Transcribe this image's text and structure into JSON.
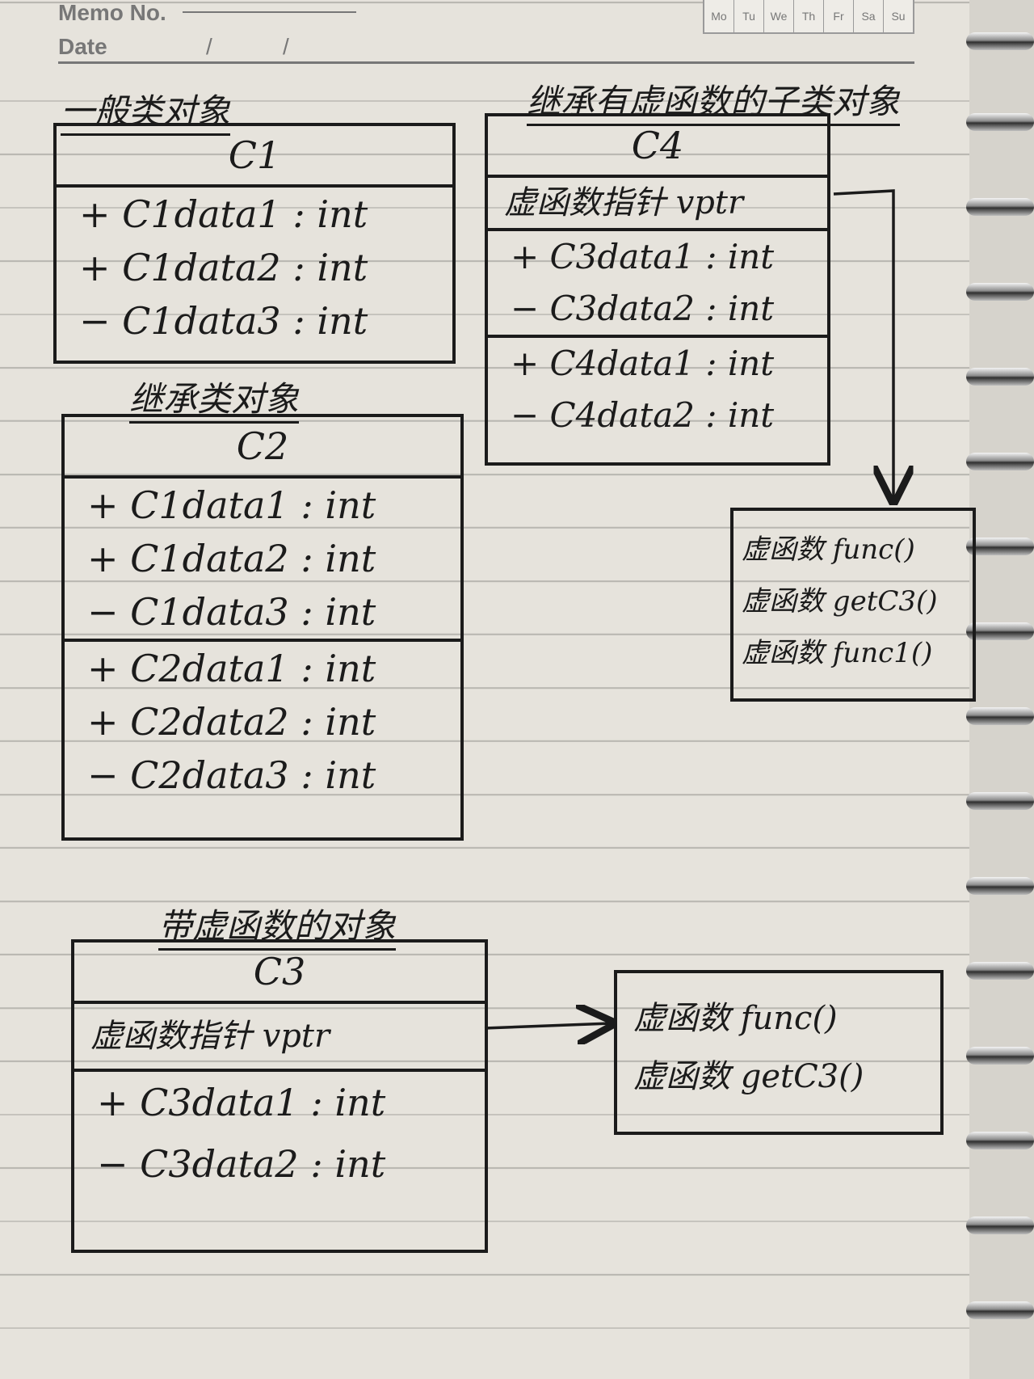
{
  "header": {
    "memo_label": "Memo No.",
    "date_label": "Date",
    "date_sep1": "/",
    "date_sep2": "/",
    "days": [
      "Mo",
      "Tu",
      "We",
      "Th",
      "Fr",
      "Sa",
      "Su"
    ]
  },
  "diagrams": {
    "c1": {
      "title": "一般类对象",
      "name": "C1",
      "fields": [
        "+ C1data1 : int",
        "+ C1data2 : int",
        "− C1data3 : int"
      ]
    },
    "c2": {
      "title": "继承类对象",
      "name": "C2",
      "inherited": [
        "+ C1data1 : int",
        "+ C1data2 : int",
        "− C1data3 : int"
      ],
      "fields": [
        "+ C2data1 : int",
        "+ C2data2 : int",
        "− C2data3 : int"
      ]
    },
    "c4": {
      "title": "继承有虚函数的子类对象",
      "name": "C4",
      "vptr": "虚函数指针 vptr",
      "inherited": [
        "+ C3data1 : int",
        "− C3data2 : int"
      ],
      "fields": [
        "+ C4data1 : int",
        "− C4data2 : int"
      ],
      "vtable": [
        "虚函数 func()",
        "虚函数 getC3()",
        "虚函数 func1()"
      ]
    },
    "c3": {
      "title": "带虚函数的对象",
      "name": "C3",
      "vptr": "虚函数指针 vptr",
      "fields": [
        "+ C3data1 : int",
        "− C3data2 : int"
      ],
      "vtable": [
        "虚函数 func()",
        "虚函数 getC3()"
      ]
    }
  }
}
